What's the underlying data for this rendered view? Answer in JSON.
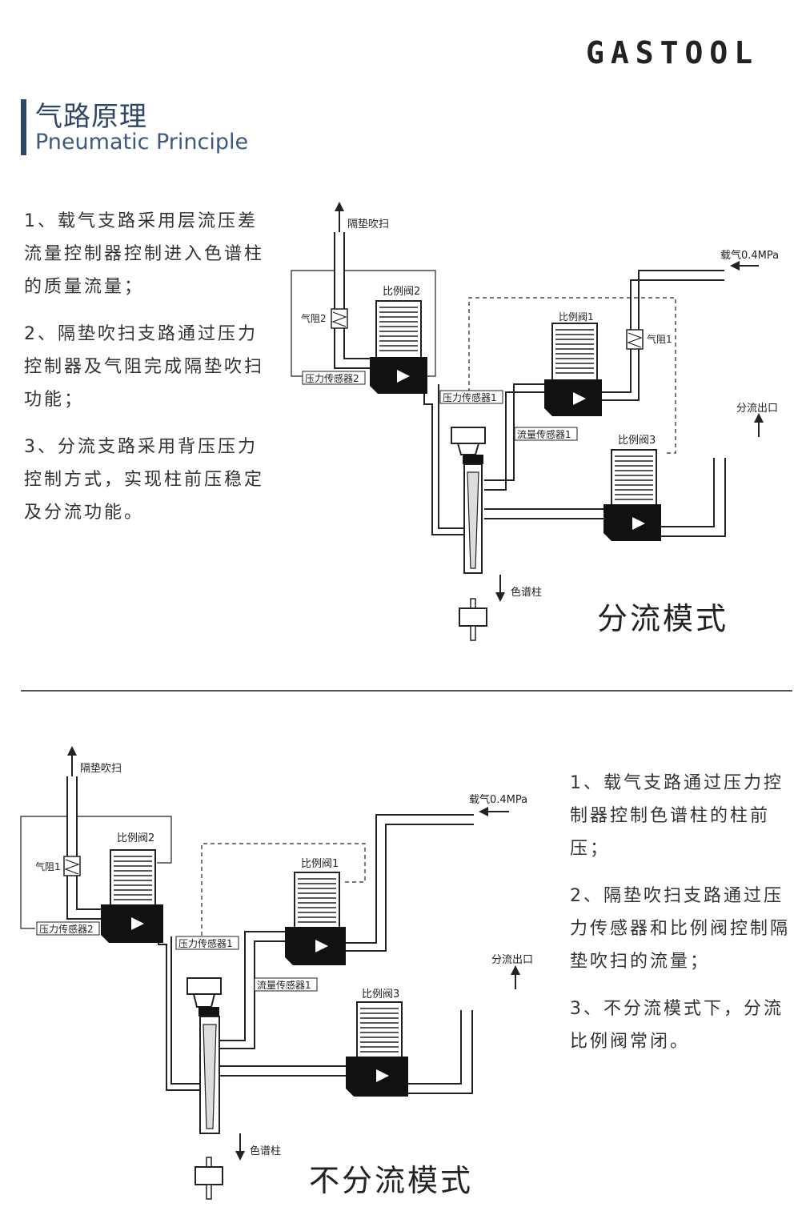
{
  "brand": {
    "logo_text": "GASTOOL",
    "color": "#3a5a86"
  },
  "header": {
    "title_cn": "气路原理",
    "title_en": "Pneumatic Principle",
    "accent": "#2f4766"
  },
  "section_split": {
    "description": [
      "1、载气支路采用层流压差流量控制器控制进入色谱柱的质量流量；",
      "2、隔垫吹扫支路通过压力控制器及气阻完成隔垫吹扫功能；",
      "3、分流支路采用背压压力控制方式，实现柱前压稳定及分流功能。"
    ],
    "mode_label": "分流模式",
    "labels": {
      "septum_purge": "隔垫吹扫",
      "carrier_gas": "载气0.4MPa",
      "valve2": "比例阀2",
      "valve1": "比例阀1",
      "valve3": "比例阀3",
      "restrictor2": "气阻2",
      "restrictor1": "气阻1",
      "pressure_sensor2": "压力传感器2",
      "pressure_sensor1": "压力传感器1",
      "flow_sensor1": "流量传感器1",
      "split_outlet": "分流出口",
      "column": "色谱柱"
    }
  },
  "section_splitless": {
    "description": [
      "1、载气支路通过压力控制器控制色谱柱的柱前压；",
      "2、隔垫吹扫支路通过压力传感器和比例阀控制隔垫吹扫的流量；",
      "3、不分流模式下，分流比例阀常闭。"
    ],
    "mode_label": "不分流模式",
    "labels": {
      "septum_purge": "隔垫吹扫",
      "carrier_gas": "载气0.4MPa",
      "valve2": "比例阀2",
      "valve1": "比例阀1",
      "valve3": "比例阀3",
      "restrictor1": "气阻1",
      "pressure_sensor2": "压力传感器2",
      "pressure_sensor1": "压力传感器1",
      "flow_sensor1": "流量传感器1",
      "split_outlet": "分流出口",
      "column": "色谱柱"
    }
  }
}
